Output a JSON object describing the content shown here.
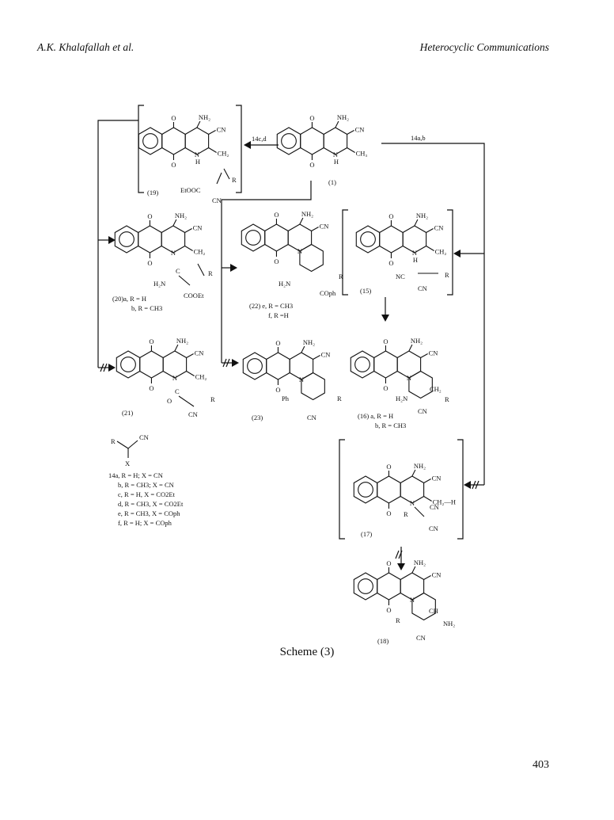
{
  "header": {
    "authors": "A.K. Khalafallah et al.",
    "journal": "Heterocyclic Communications"
  },
  "scheme": {
    "caption": "Scheme (3)",
    "arrow_labels": {
      "reagent_14cd": "14c,d",
      "reagent_14ab": "14a,b"
    },
    "compounds": {
      "c1": {
        "id": "(1)",
        "subs": [
          "O",
          "O",
          "NH₂",
          "CN",
          "N",
          "H",
          "CH₃"
        ]
      },
      "c19": {
        "id": "(19)",
        "subs": [
          "O",
          "O",
          "NH₂",
          "CN",
          "N",
          "H",
          "CH₂",
          "R",
          "EtOOC",
          "CN"
        ]
      },
      "c20": {
        "id": "(20)a, R = H",
        "id2": "b, R = CH3",
        "subs": [
          "O",
          "O",
          "NH₂",
          "CN",
          "N",
          "CH₂",
          "R",
          "H₂N",
          "C",
          "COOEt"
        ]
      },
      "c22": {
        "id": "(22) e, R = CH3",
        "id2": "f, R =H",
        "subs": [
          "O",
          "O",
          "NH₂",
          "CN",
          "N",
          "R",
          "H₂N",
          "COph"
        ]
      },
      "c15": {
        "id": "(15)",
        "subs": [
          "O",
          "O",
          "NH₂",
          "CN",
          "N",
          "H",
          "CH₂",
          "R",
          "NC",
          "CN"
        ]
      },
      "c21": {
        "id": "(21)",
        "subs": [
          "O",
          "O",
          "NH₂",
          "CN",
          "N",
          "CH₂",
          "R",
          "O",
          "C",
          "CN"
        ]
      },
      "c23": {
        "id": "(23)",
        "subs": [
          "O",
          "O",
          "NH₂",
          "CN",
          "N",
          "Ph",
          "R",
          "CN"
        ]
      },
      "c16": {
        "id": "(16) a, R = H",
        "id2": "b, R = CH3",
        "subs": [
          "O",
          "O",
          "NH₂",
          "CN",
          "N",
          "CH₂",
          "H₂N",
          "R",
          "CN"
        ]
      },
      "c17": {
        "id": "(17)",
        "subs": [
          "O",
          "O",
          "NH₂",
          "CN",
          "N",
          "CH₂—H",
          "R",
          "CN",
          "CN"
        ]
      },
      "c18": {
        "id": "(18)",
        "subs": [
          "O",
          "O",
          "NH₂",
          "CN",
          "N",
          "CH",
          "R",
          "NH₂",
          "CN"
        ]
      }
    },
    "reagent": {
      "r": "R",
      "cn": "CN",
      "x": "X",
      "legend": [
        "14a, R = H; X = CN",
        "b, R = CH3; X = CN",
        "c, R = H, X = CO2Et",
        "d, R = CH3, X = CO2Et",
        "e, R = CH3, X = COph",
        "f, R = H; X = COph"
      ]
    }
  },
  "page_number": "403"
}
